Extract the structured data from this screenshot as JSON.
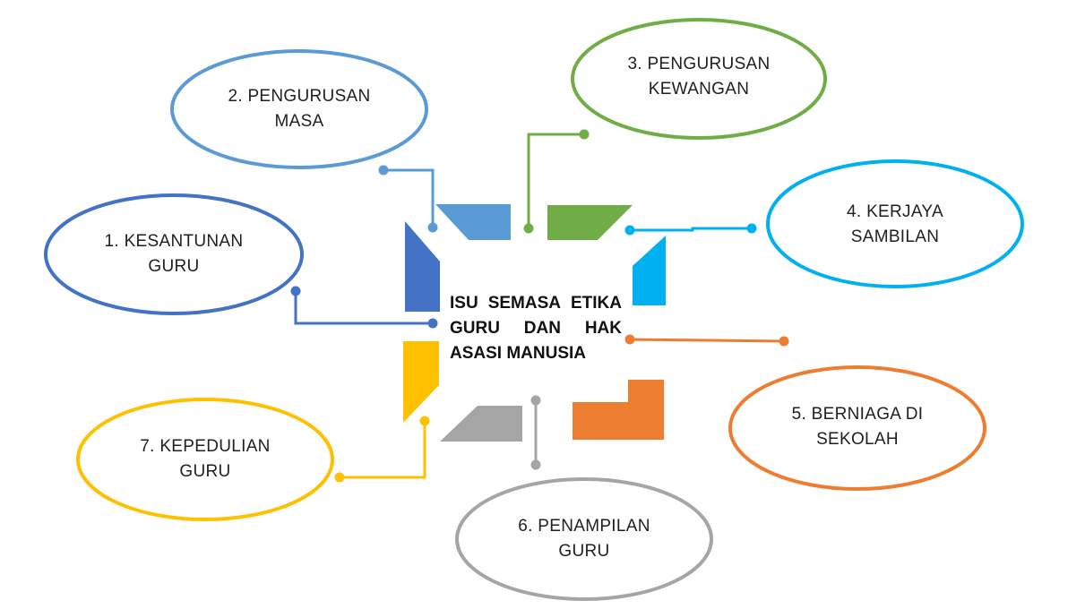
{
  "center": {
    "lines": [
      [
        "ISU",
        "SEMASA",
        "ETIKA"
      ],
      [
        "GURU",
        "DAN",
        "HAK"
      ],
      [
        "ASASI MANUSIA"
      ]
    ]
  },
  "nodes": [
    {
      "id": "kesantunan-guru",
      "line1": "1. KESANTUNAN",
      "line2": "GURU",
      "color": "#4472C4"
    },
    {
      "id": "pengurusan-masa",
      "line1": "2. PENGURUSAN",
      "line2": "MASA",
      "color": "#5B9BD5"
    },
    {
      "id": "pengurusan-kewangan",
      "line1": "3. PENGURUSAN",
      "line2": "KEWANGAN",
      "color": "#70AD47"
    },
    {
      "id": "kerjaya-sambilan",
      "line1": "4. KERJAYA",
      "line2": "SAMBILAN",
      "color": "#00B0F0"
    },
    {
      "id": "berniaga-di-sekolah",
      "line1": "5. BERNIAGA DI",
      "line2": "SEKOLAH",
      "color": "#ED7D31"
    },
    {
      "id": "penampilan-guru",
      "line1": "6. PENAMPILAN",
      "line2": "GURU",
      "color": "#A5A5A5"
    },
    {
      "id": "kepedulian-guru",
      "line1": "7. KEPEDULIAN",
      "line2": "GURU",
      "color": "#FFC000"
    }
  ]
}
